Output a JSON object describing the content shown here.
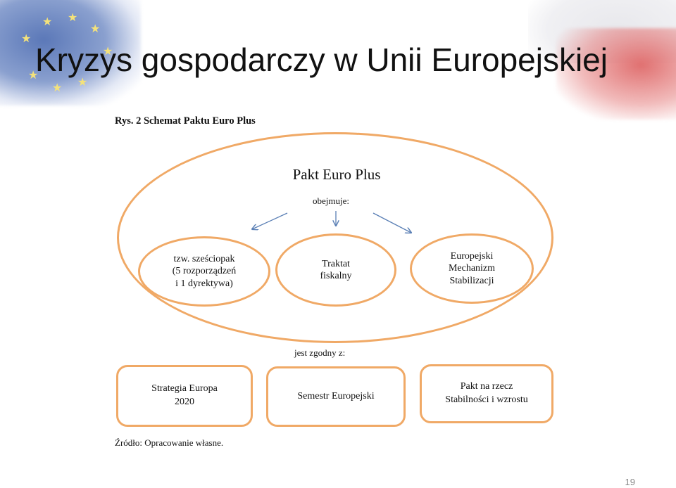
{
  "slide": {
    "title": "Kryzys gospodarczy w Unii Europejskiej",
    "page_number": "19"
  },
  "figure": {
    "caption": "Rys. 2 Schemat Paktu Euro Plus",
    "source": "Źródło: Opracowanie własne.",
    "outer": {
      "title": "Pakt Euro Plus",
      "includes_label": "obejmuje:"
    },
    "components": [
      {
        "lines": [
          "tzw. sześciopak",
          "(5 rozporządzeń",
          "i 1 dyrektywa)"
        ]
      },
      {
        "lines": [
          "Traktat",
          "fiskalny"
        ]
      },
      {
        "lines": [
          "Europejski",
          "Mechanizm",
          "Stabilizacji"
        ]
      }
    ],
    "consistent_label": "jest zgodny z:",
    "consistent_with": [
      {
        "lines": [
          "Strategia Europa",
          "2020"
        ]
      },
      {
        "lines": [
          "Semestr Europejski"
        ]
      },
      {
        "lines": [
          "Pakt na rzecz",
          "Stabilności i wzrostu"
        ]
      }
    ]
  },
  "colors": {
    "shape_stroke": "#f0a966",
    "arrow": "#5a7fb5",
    "eu_flag": "#5b78b8",
    "pl_flag_red": "#e07070"
  },
  "decor": {
    "left_flag_icon": "eu-flag-icon",
    "right_flag_icon": "poland-flag-icon"
  }
}
